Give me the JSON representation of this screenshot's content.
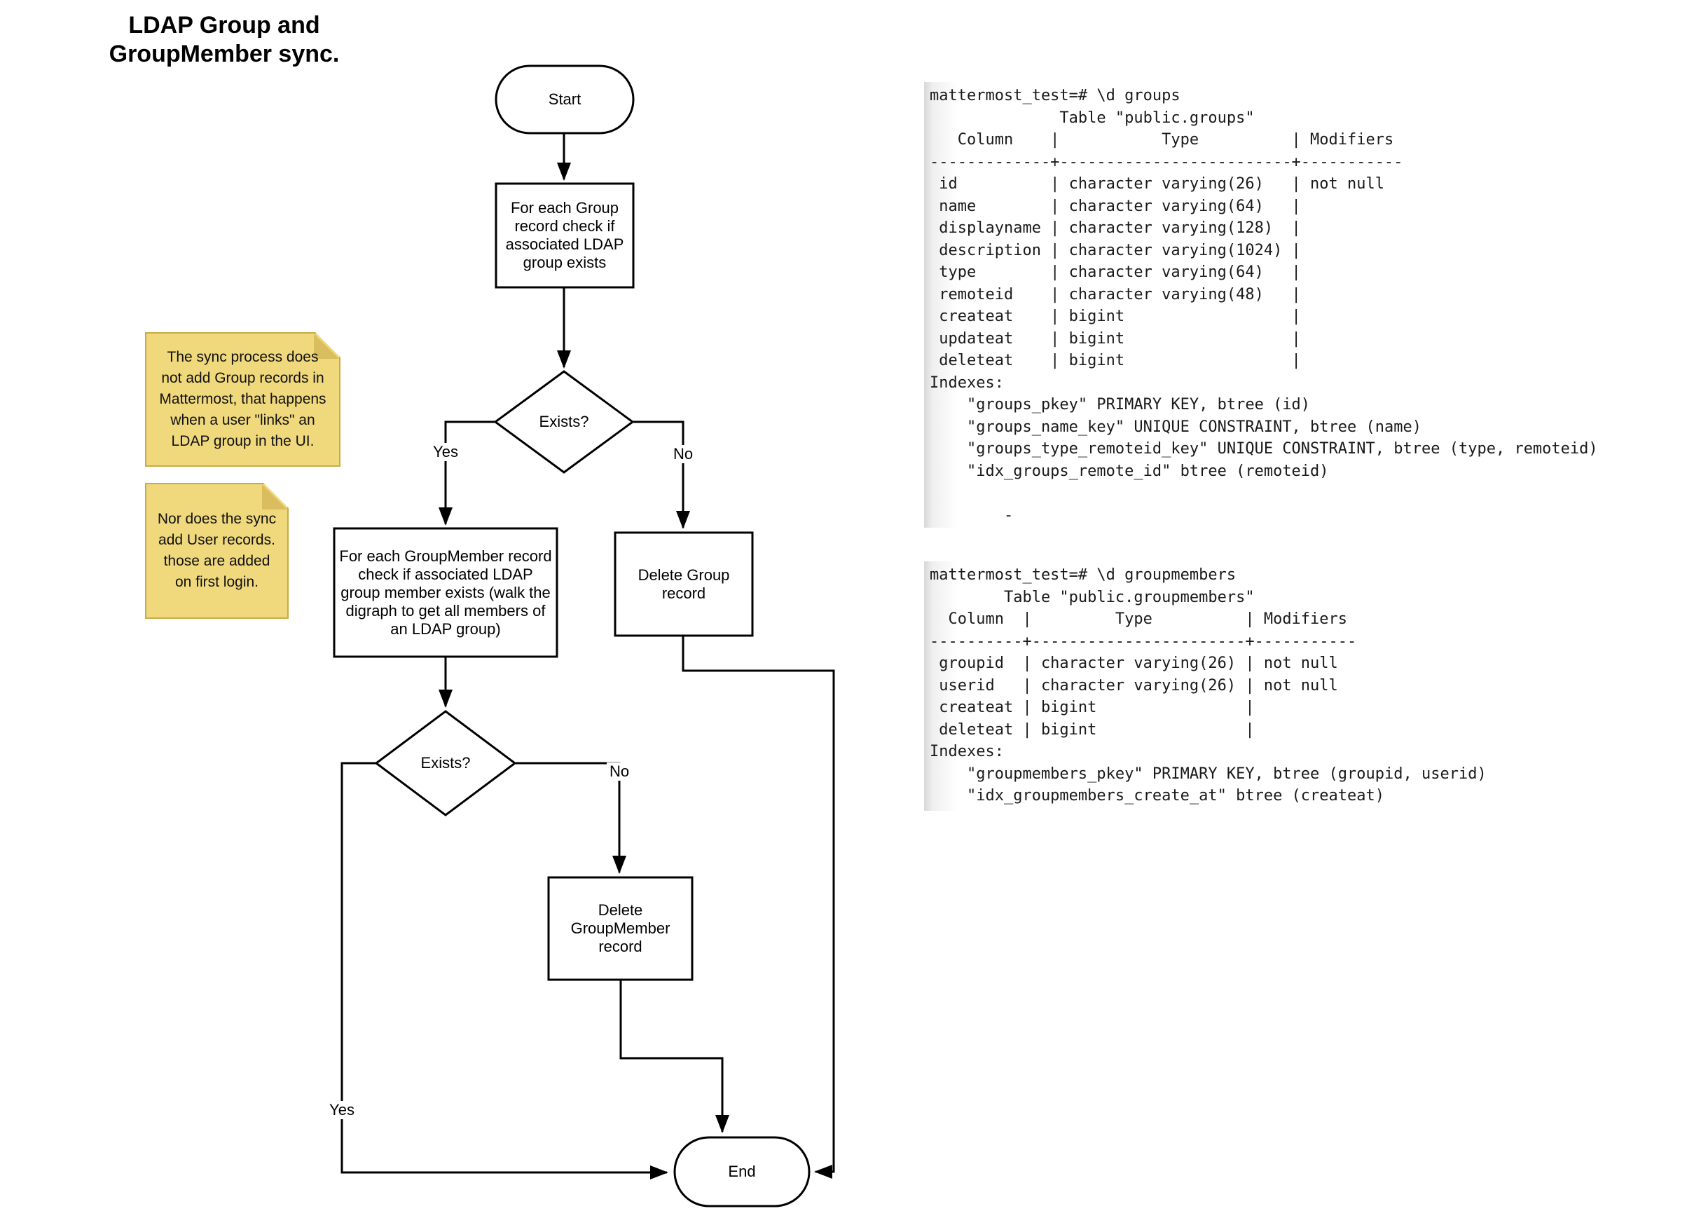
{
  "title": "LDAP Group and\nGroupMember sync.",
  "flowchart": {
    "start": "Start",
    "process_group": "For each Group\nrecord check if\nassociated LDAP\ngroup exists",
    "decision_group_exists": "Exists?",
    "process_groupmember": "For each GroupMember record\ncheck if associated LDAP\ngroup member exists (walk the\ndigraph to get all members of\nan LDAP group)",
    "delete_group": "Delete Group\nrecord",
    "decision_member_exists": "Exists?",
    "delete_groupmember": "Delete\nGroupMember\nrecord",
    "end": "End",
    "labels": {
      "yes_group": "Yes",
      "no_group": "No",
      "yes_member": "Yes",
      "no_member": "No"
    }
  },
  "notes": {
    "note1": "The sync process does\nnot add Group records in\nMattermost, that happens\nwhen a user \"links\" an\nLDAP group in the UI.",
    "note2": "Nor does the sync\nadd User records.\nthose are added\non first login."
  },
  "terminals": {
    "groups": {
      "lines": [
        "mattermost_test=# \\d groups",
        "              Table \"public.groups\"",
        "   Column    |           Type          | Modifiers",
        "-------------+-------------------------+-----------",
        " id          | character varying(26)   | not null",
        " name        | character varying(64)   | ",
        " displayname | character varying(128)  | ",
        " description | character varying(1024) | ",
        " type        | character varying(64)   | ",
        " remoteid    | character varying(48)   | ",
        " createat    | bigint                  | ",
        " updateat    | bigint                  | ",
        " deleteat    | bigint                  | ",
        "Indexes:",
        "    \"groups_pkey\" PRIMARY KEY, btree (id)",
        "    \"groups_name_key\" UNIQUE CONSTRAINT, btree (name)",
        "    \"groups_type_remoteid_key\" UNIQUE CONSTRAINT, btree (type, remoteid)",
        "    \"idx_groups_remote_id\" btree (remoteid)",
        "",
        "        -"
      ]
    },
    "groupmembers": {
      "lines": [
        "mattermost_test=# \\d groupmembers",
        "        Table \"public.groupmembers\"",
        "  Column  |         Type          | Modifiers",
        "----------+-----------------------+-----------",
        " groupid  | character varying(26) | not null",
        " userid   | character varying(26) | not null",
        " createat | bigint                | ",
        " deleteat | bigint                | ",
        "Indexes:",
        "    \"groupmembers_pkey\" PRIMARY KEY, btree (groupid, userid)",
        "    \"idx_groupmembers_create_at\" btree (createat)"
      ]
    }
  },
  "colors": {
    "line": "#000000",
    "node_fill": "#ffffff",
    "note_bg": "#f0d87c",
    "note_fold": "#d9bd5f",
    "note_border": "#c9ab47",
    "terminal_text": "#1a1a1a"
  }
}
